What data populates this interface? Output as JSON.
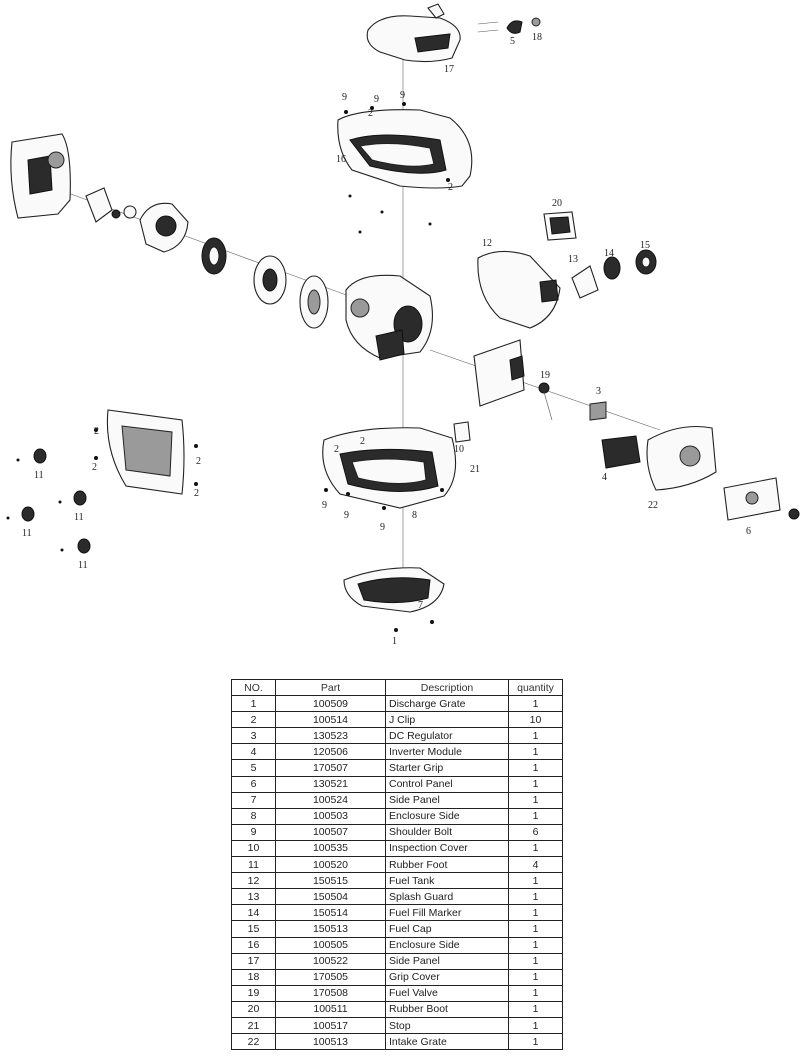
{
  "diagram": {
    "callouts": [
      "17",
      "5",
      "18",
      "9",
      "2",
      "9",
      "9",
      "16",
      "2",
      "20",
      "12",
      "13",
      "14",
      "15",
      "19",
      "3",
      "2",
      "2",
      "2",
      "2",
      "11",
      "11",
      "11",
      "11",
      "10",
      "2",
      "2",
      "21",
      "9",
      "9",
      "9",
      "8",
      "4",
      "22",
      "6",
      "7",
      "1"
    ]
  },
  "table": {
    "headers": [
      "NO.",
      "Part",
      "Description",
      "quantity"
    ],
    "rows": [
      {
        "no": "1",
        "part": "100509",
        "description": "Discharge Grate",
        "quantity": "1"
      },
      {
        "no": "2",
        "part": "100514",
        "description": "J Clip",
        "quantity": "10"
      },
      {
        "no": "3",
        "part": "130523",
        "description": "DC Regulator",
        "quantity": "1"
      },
      {
        "no": "4",
        "part": "120506",
        "description": "Inverter Module",
        "quantity": "1"
      },
      {
        "no": "5",
        "part": "170507",
        "description": "Starter Grip",
        "quantity": "1"
      },
      {
        "no": "6",
        "part": "130521",
        "description": "Control Panel",
        "quantity": "1"
      },
      {
        "no": "7",
        "part": "100524",
        "description": "Side Panel",
        "quantity": "1"
      },
      {
        "no": "8",
        "part": "100503",
        "description": "Enclosure Side",
        "quantity": "1"
      },
      {
        "no": "9",
        "part": "100507",
        "description": "Shoulder Bolt",
        "quantity": "6"
      },
      {
        "no": "10",
        "part": "100535",
        "description": "Inspection Cover",
        "quantity": "1"
      },
      {
        "no": "11",
        "part": "100520",
        "description": "Rubber Foot",
        "quantity": "4"
      },
      {
        "no": "12",
        "part": "150515",
        "description": "Fuel Tank",
        "quantity": "1"
      },
      {
        "no": "13",
        "part": "150504",
        "description": "Splash Guard",
        "quantity": "1"
      },
      {
        "no": "14",
        "part": "150514",
        "description": "Fuel Fill Marker",
        "quantity": "1"
      },
      {
        "no": "15",
        "part": "150513",
        "description": "Fuel Cap",
        "quantity": "1"
      },
      {
        "no": "16",
        "part": "100505",
        "description": "Enclosure Side",
        "quantity": "1"
      },
      {
        "no": "17",
        "part": "100522",
        "description": "Side Panel",
        "quantity": "1"
      },
      {
        "no": "18",
        "part": "170505",
        "description": "Grip Cover",
        "quantity": "1"
      },
      {
        "no": "19",
        "part": "170508",
        "description": "Fuel Valve",
        "quantity": "1"
      },
      {
        "no": "20",
        "part": "100511",
        "description": "Rubber Boot",
        "quantity": "1"
      },
      {
        "no": "21",
        "part": "100517",
        "description": "Stop",
        "quantity": "1"
      },
      {
        "no": "22",
        "part": "100513",
        "description": "Intake Grate",
        "quantity": "1"
      }
    ]
  }
}
